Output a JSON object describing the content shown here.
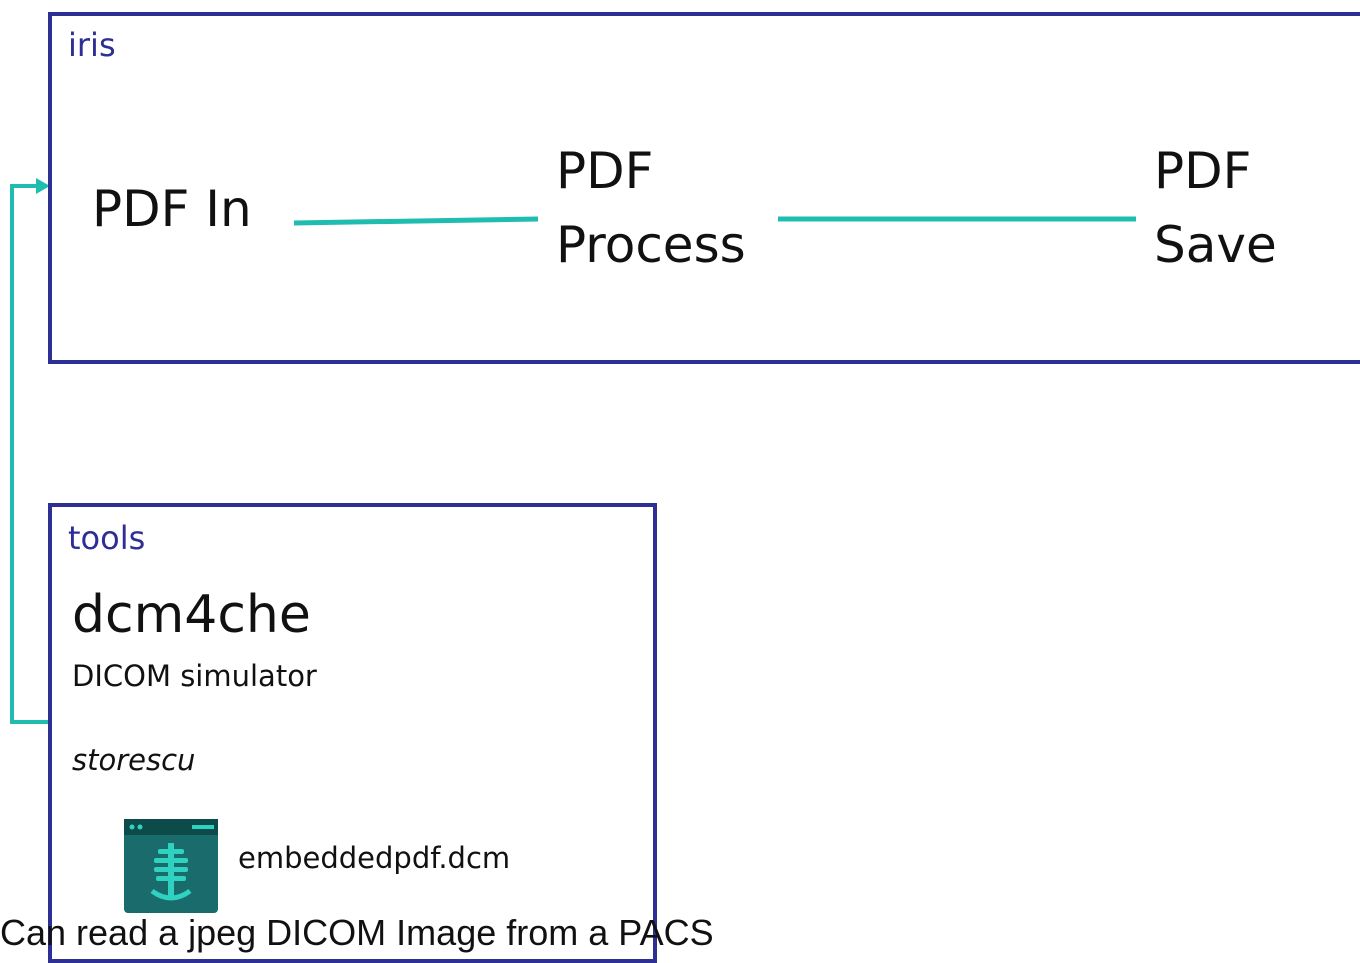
{
  "iris": {
    "title": "iris",
    "nodes": {
      "pdf_in": "PDF In",
      "pdf_process": [
        "PDF",
        "Process"
      ],
      "pdf_save": [
        "PDF",
        "Save"
      ]
    }
  },
  "tools": {
    "title": "tools",
    "name": "dcm4che",
    "description": "DICOM simulator",
    "command": "storescu",
    "file": "embeddedpdf.dcm"
  },
  "caption": "Can read a jpeg DICOM Image from a PACS",
  "colors": {
    "box_border": "#2e2f94",
    "connector": "#1fbcb0",
    "file_icon": "#1a6b6b"
  }
}
